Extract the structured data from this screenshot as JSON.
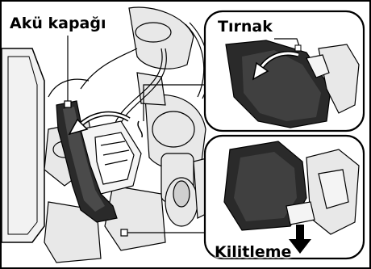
{
  "labels": {
    "battery_cover": "Akü kapağı",
    "tab": "Tırnak",
    "lock": "Kilitleme"
  },
  "illustration": {
    "icons": [
      "battery-cover-outline",
      "curved-arrow",
      "down-arrow"
    ]
  },
  "colors": {
    "background": "#ffffff",
    "line": "#000000",
    "cover_fill": "#2a2a2a",
    "engine_fill": "#e6e6e6"
  }
}
